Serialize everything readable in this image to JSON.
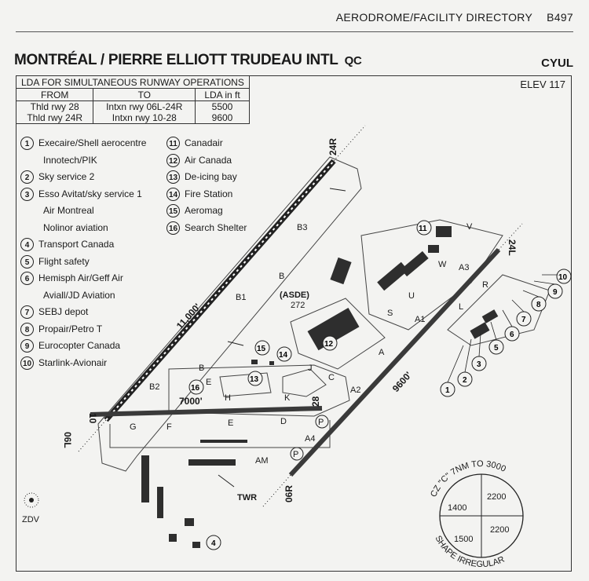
{
  "header": {
    "directory": "AERODROME/FACILITY DIRECTORY",
    "page": "B497"
  },
  "airport": {
    "name": "MONTRÉAL / PIERRE ELLIOTT TRUDEAU INTL",
    "province": "QC",
    "ident": "CYUL",
    "elevation": "ELEV 117"
  },
  "lda_table": {
    "caption": "LDA FOR SIMULTANEOUS RUNWAY OPERATIONS",
    "headers": [
      "FROM",
      "TO",
      "LDA in ft"
    ],
    "rows": [
      [
        "Thld rwy 28",
        "Intxn rwy 06L-24R",
        "5500"
      ],
      [
        "Thld rwy 24R",
        "Intxn rwy 10-28",
        "9600"
      ]
    ]
  },
  "legend": [
    {
      "n": "1",
      "lines": [
        "Execaire/Shell aerocentre",
        "Innotech/PIK"
      ]
    },
    {
      "n": "2",
      "lines": [
        "Sky service 2"
      ]
    },
    {
      "n": "3",
      "lines": [
        "Esso Avitat/sky service 1",
        "Air Montreal",
        "Nolinor aviation"
      ]
    },
    {
      "n": "4",
      "lines": [
        "Transport Canada"
      ]
    },
    {
      "n": "5",
      "lines": [
        "Flight safety"
      ]
    },
    {
      "n": "6",
      "lines": [
        "Hemisph Air/Geff Air",
        "Aviall/JD Aviation"
      ]
    },
    {
      "n": "7",
      "lines": [
        "SEBJ depot"
      ]
    },
    {
      "n": "8",
      "lines": [
        "Propair/Petro T"
      ]
    },
    {
      "n": "9",
      "lines": [
        "Eurocopter Canada"
      ]
    },
    {
      "n": "10",
      "lines": [
        "Starlink-Avionair"
      ]
    }
  ],
  "legend2": [
    {
      "n": "11",
      "lines": [
        "Canadair"
      ]
    },
    {
      "n": "12",
      "lines": [
        "Air Canada"
      ]
    },
    {
      "n": "13",
      "lines": [
        "De-icing bay"
      ]
    },
    {
      "n": "14",
      "lines": [
        "Fire Station"
      ]
    },
    {
      "n": "15",
      "lines": [
        "Aeromag"
      ]
    },
    {
      "n": "16",
      "lines": [
        "Search Shelter"
      ]
    }
  ],
  "runways": {
    "r06L": "06L",
    "r24R": "24R",
    "r06R": "06R",
    "r24L": "24L",
    "r10": "10",
    "r28": "28",
    "len_06L_24R": "11,000'",
    "len_06R_24L": "9600'",
    "len_10_28": "7000'"
  },
  "taxiways": [
    "B3",
    "B",
    "B1",
    "B2",
    "B",
    "E",
    "H",
    "K",
    "J",
    "C",
    "A2",
    "A",
    "A1",
    "U",
    "S",
    "W",
    "V",
    "A3",
    "R",
    "L",
    "G",
    "F",
    "E",
    "D",
    "A4",
    "AM"
  ],
  "asde": {
    "label": "(ASDE)",
    "value": "272"
  },
  "twr": "TWR",
  "zdv": "ZDV",
  "parking": "P",
  "airspace": {
    "top": "CZ \"C\" 7NM TO 3000",
    "bottom": "SHAPE IRREGULAR",
    "q1": "1400",
    "q2": "2200",
    "q3": "1500",
    "q4": "2200"
  }
}
